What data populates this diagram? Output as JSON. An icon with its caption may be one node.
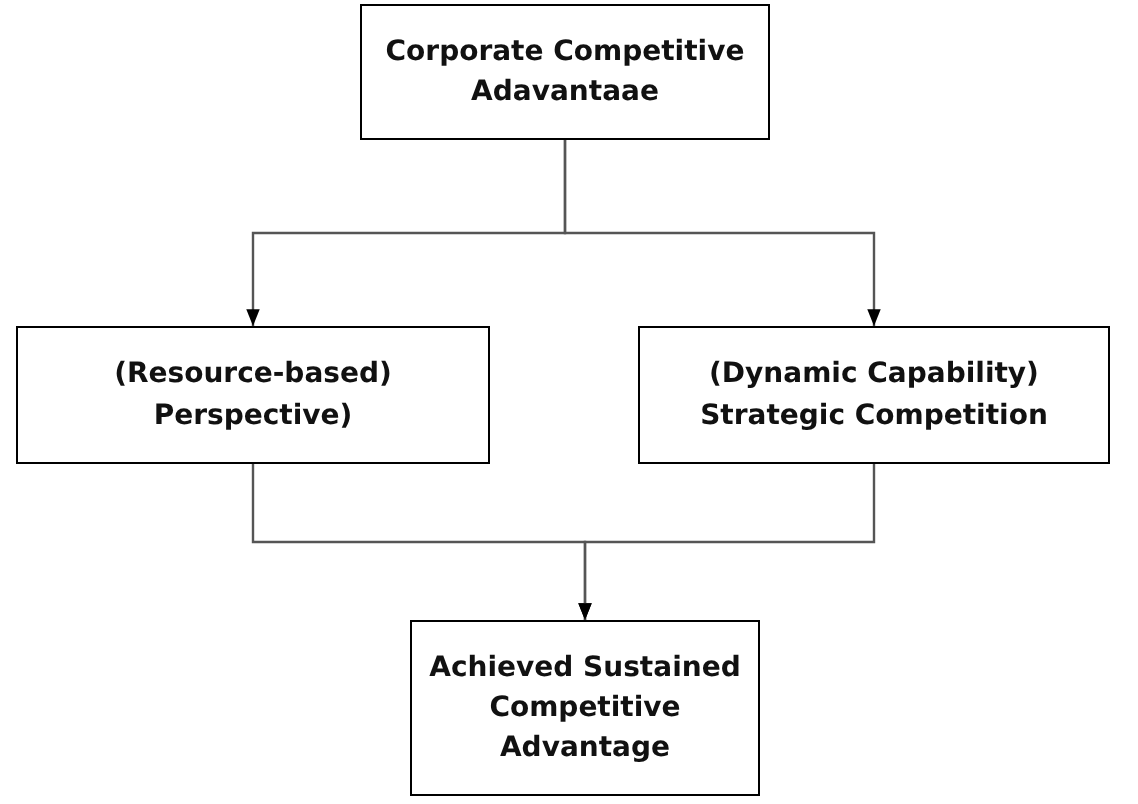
{
  "diagram": {
    "nodes": [
      {
        "text": [
          "Corporate Competitive Adavantaae"
        ]
      },
      {
        "text": [
          "(Resource-based) Perspective)"
        ]
      },
      {
        "text": [
          "(Dynamic Capability) Strategic Competition"
        ]
      },
      {
        "text": [
          "Achieved Sustained Competitive Advantage"
        ]
      }
    ],
    "edges": [
      {
        "from": 0,
        "to": 1,
        "arrow": "to"
      },
      {
        "from": 0,
        "to": 2,
        "arrow": "to"
      },
      {
        "from": 1,
        "to": 3,
        "arrow": "to"
      },
      {
        "from": 2,
        "to": 3,
        "arrow": "to"
      }
    ]
  }
}
